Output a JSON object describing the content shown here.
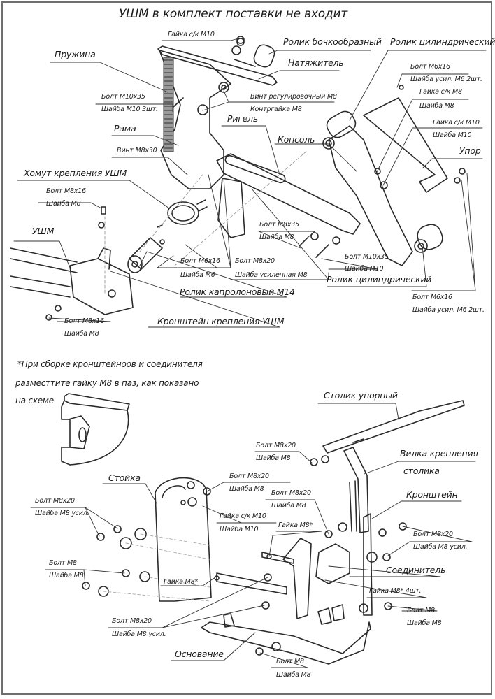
{
  "title": "УШМ в комплект поставки не входит",
  "upper_assembly": {
    "labels": {
      "nut_m10_top": "Гайка с/к М10",
      "barrel_roller": "Ролик бочкообразный",
      "cyl_roller_top": "Ролик цилиндрический",
      "spring": "Пружина",
      "tensioner": "Натяжитель",
      "bolt_m6x16_r1": "Болт М6х16",
      "washer_m6_r1": "Шайба усил. М6 2шт.",
      "bolt_m10x35_l": "Болт М10х35",
      "washer_m10_3": "Шайба М10 3шт.",
      "adj_screw": "Винт регулировочный М8",
      "locknut": "Контргайка М8",
      "nut_m8_r": "Гайка с/к М8",
      "washer_m8_r": "Шайба М8",
      "frame": "Рама",
      "bolt_rigel": "Ригель",
      "nut_m10_r": "Гайка с/к М10",
      "washer_m10_r": "Шайба М10",
      "screw_m8x30": "Винт М8х30",
      "console": "Консоль",
      "stop": "Упор",
      "clamp": "Хомут крепления УШМ",
      "bolt_m8x16_a": "Болт М8х16",
      "washer_m8_a": "Шайба М8",
      "bolt_m8x35": "Болт М8х35",
      "washer_m8_b": "Шайба М8",
      "grinder": "УШМ",
      "bolt_m10x35_r": "Болт М10х35",
      "washer_m10_b": "Шайба М10",
      "bolt_m6x16_l": "Болт М6х16",
      "washer_m6": "Шайба М6",
      "bolt_m8x20": "Болт М8х20",
      "washer_m8_reinf": "Шайба усиленная М8",
      "cyl_roller_bottom": "Ролик цилиндрический",
      "nylon_roller": "Ролик капролоновый М14",
      "bolt_m6x16_r2": "Болт М6х16",
      "washer_m6_r2": "Шайба усил. М6 2шт.",
      "grinder_bracket": "Кронштейн крепления УШМ",
      "bolt_m8x16_b": "Болт М8х16",
      "washer_m8_c": "Шайба М8"
    }
  },
  "note": {
    "line1": "*При сборке кронштейноов и соединителя",
    "line2": "разместтите гайку М8 в паз, как показано",
    "line3": "на схеме"
  },
  "lower_assembly": {
    "labels": {
      "table": "Столик упорный",
      "bolt_m8x20_t": "Болт М8х20",
      "washer_m8_t": "Шайба М8",
      "table_fork_1": "Вилка крепления",
      "table_fork_2": "столика",
      "post": "Стойка",
      "bolt_m8x20_p": "Болт М8х20",
      "washer_m8_p": "Шайба М8",
      "bracket": "Кронштейн",
      "bolt_m8x20_l": "Болт М8х20",
      "washer_m8_usil_l": "Шайба М8 усил.",
      "bolt_m8x20_c": "Болт М8х20",
      "washer_m8_c": "Шайба М8",
      "nut_m10": "Гайка с/к М10",
      "washer_m10": "Шайба М10",
      "nut_m8_star": "Гайка М8*",
      "bolt_m8x20_r": "Болт М8х20",
      "washer_m8_usil_r": "Шайба М8 усил.",
      "bolt_m8_l": "Болт М8",
      "washer_m8_l": "Шайба М8",
      "connector": "Соединитель",
      "nut_m8_star_2": "Гайка М8*",
      "nut_m8_4pcs": "Гайка М8* 4шт.",
      "bolt_m8_r": "Болт М8",
      "washer_m8_r": "Шайба М8",
      "bolt_m8x20_b": "Болт М8х20",
      "washer_m8_usil_b": "Шайба М8 усил.",
      "base": "Основание",
      "bolt_m8_b": "Болт М8",
      "washer_m8_b": "Шайба М8"
    }
  },
  "colors": {
    "line": "#2a2a2a",
    "leader": "#333333",
    "frame": "#6e6e6e",
    "spring": "#555555"
  }
}
